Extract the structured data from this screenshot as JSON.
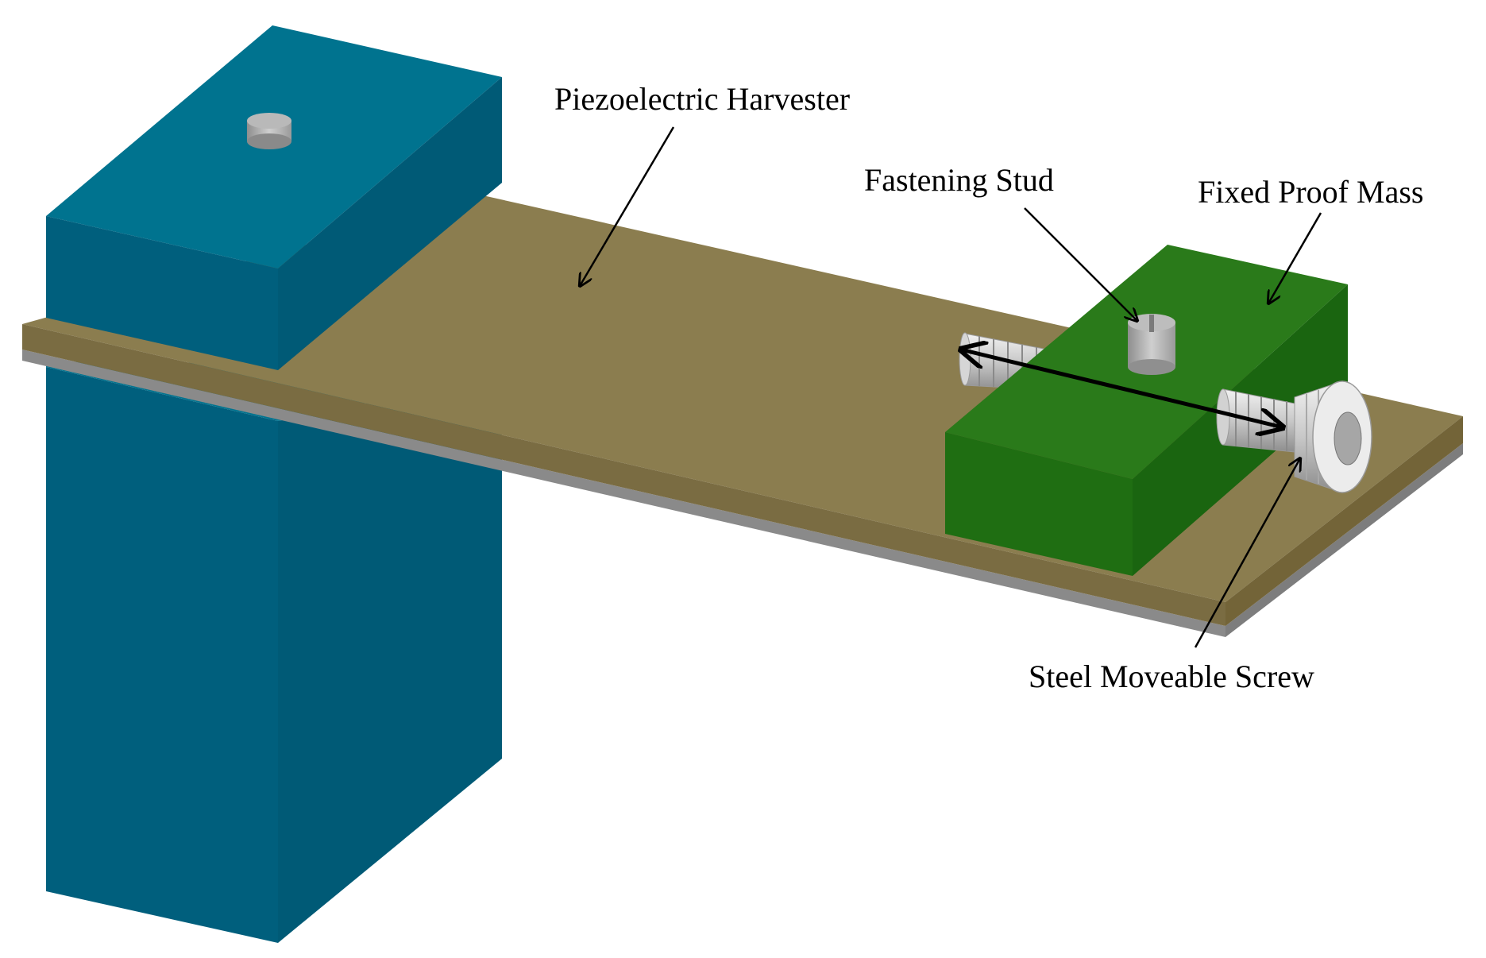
{
  "labels": {
    "harvester": "Piezoelectric Harvester",
    "stud": "Fastening Stud",
    "mass": "Fixed Proof Mass",
    "screw": "Steel Moveable Screw"
  },
  "colors": {
    "clamp_top": "#00738f",
    "clamp_front": "#005f7d",
    "clamp_side": "#005a76",
    "beam_top": "#8b7d4f",
    "beam_edge": "#7a6c42",
    "substrate": "#8a8a8a",
    "mass_top": "#2a7a1a",
    "mass_front": "#1f6e12",
    "mass_side": "#1a6510",
    "metal": "#b8b8b8"
  }
}
